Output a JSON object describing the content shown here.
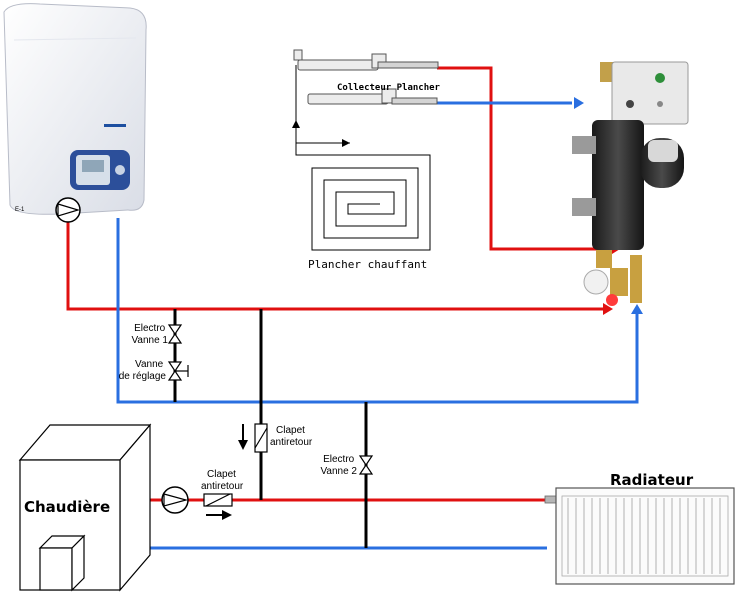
{
  "colors": {
    "hot_pipe": "#e01010",
    "cold_pipe": "#2a6fe0",
    "neutral_pipe": "#000000"
  },
  "labels": {
    "electro_vanne_1": [
      "Electro",
      "Vanne 1"
    ],
    "vanne_reglage": [
      "Vanne",
      "de réglage"
    ],
    "clapet_antiretour_top": [
      "Clapet",
      "antiretour"
    ],
    "clapet_antiretour_bottom": [
      "Clapet",
      "antiretour"
    ],
    "electro_vanne_2": [
      "Electro",
      "Vanne 2"
    ],
    "chaudiere": "Chaudière",
    "radiateur": "Radiateur",
    "plancher_chauffant": "Plancher chauffant",
    "collecteur_plancher": "Collecteur Plancher",
    "wall_unit_tag": "E-1"
  },
  "icons": [
    "pump-icon",
    "valve-icon",
    "check-valve-icon",
    "flow-arrow-icon"
  ]
}
